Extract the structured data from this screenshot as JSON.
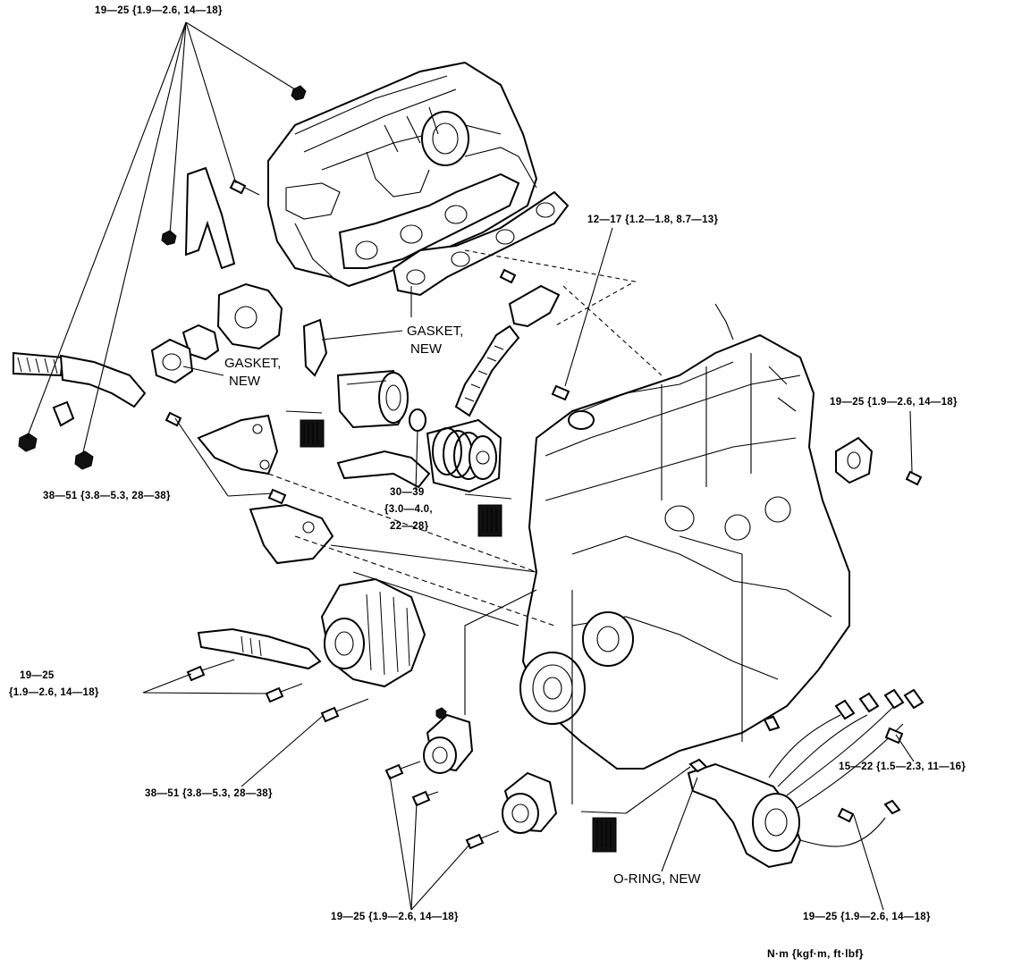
{
  "torque_labels": {
    "top": "19—25 {1.9—2.6, 14—18}",
    "middle_right_a": "12—17 {1.2—1.8, 8.7—13}",
    "right": "19—25 {1.9—2.6, 14—18}",
    "left_mid": "38—51 {3.8—5.3, 28—38}",
    "center_1": "30—39",
    "center_2": "{3.0—4.0,",
    "center_3": "22—28}",
    "left_low_1": "19—25",
    "left_low_2": "{1.9—2.6, 14—18}",
    "lower_mid": "38—51 {3.8—5.3, 28—38}",
    "lower_right": "15—22 {1.5—2.3, 11—16}",
    "bottom_center": "19—25 {1.9—2.6, 14—18}",
    "bottom_right": "19—25 {1.9—2.6, 14—18}"
  },
  "part_labels": {
    "gasket_new_upper_1": "GASKET,",
    "gasket_new_upper_2": "NEW",
    "gasket_new_left_1": "GASKET,",
    "gasket_new_left_2": "NEW",
    "oring_new": "O-RING, NEW"
  },
  "units": "N·m {kgf·m, ft·lbf}",
  "icons": [
    "oil-can-icon",
    "bolt-icon",
    "engine-block-icon",
    "intake-manifold-icon",
    "alternator-icon",
    "distributor-icon",
    "oil-filter-icon",
    "thermostat-icon",
    "tensioner-pulley-icon"
  ]
}
